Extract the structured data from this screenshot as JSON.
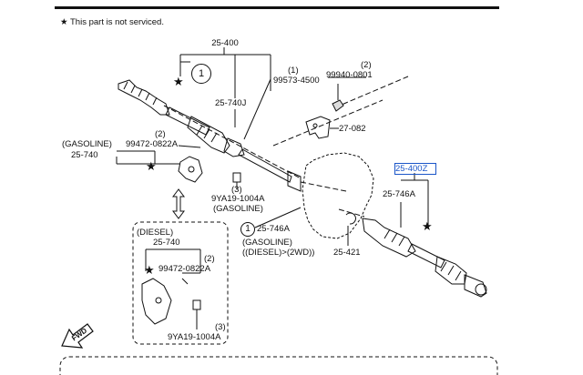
{
  "colors": {
    "line": "#111111",
    "highlight": "#1a55c8",
    "background": "#ffffff"
  },
  "header": {
    "notice_symbol": "★",
    "notice_text": "This part is not serviced."
  },
  "parts": {
    "p25_400": "25-400",
    "p25_400z": "25-400Z",
    "p99573": "99573-4500",
    "p99573_qty": "(1)",
    "p25_740j": "25-740J",
    "p99940": "99940-0801",
    "p99940_qty": "(2)",
    "p27_082": "27-082",
    "gasoline_label": "(GASOLINE)",
    "p99472_top": "99472-0822A",
    "p99472_top_qty": "(2)",
    "p25_740_top": "25-740",
    "p9ya19_top": "9YA19-1004A",
    "p9ya19_top_qty": "(3)",
    "p9ya19_top_note": "(GASOLINE)",
    "p25_746a_left": "25-746A",
    "gasoline_note": "(GASOLINE)",
    "diesel_note": "((DIESEL)>(2WD))",
    "p25_421": "25-421",
    "p25_746a_right": "25-746A",
    "diesel_label": "(DIESEL)",
    "p25_740_diesel": "25-740",
    "p99472_diesel": "99472-0822A",
    "p99472_diesel_qty": "(2)",
    "p9ya19_diesel": "9YA19-1004A",
    "p9ya19_diesel_qty": "(3)"
  },
  "markers": {
    "circle_1": "1",
    "star": "★"
  },
  "fwd_label": "FWD"
}
